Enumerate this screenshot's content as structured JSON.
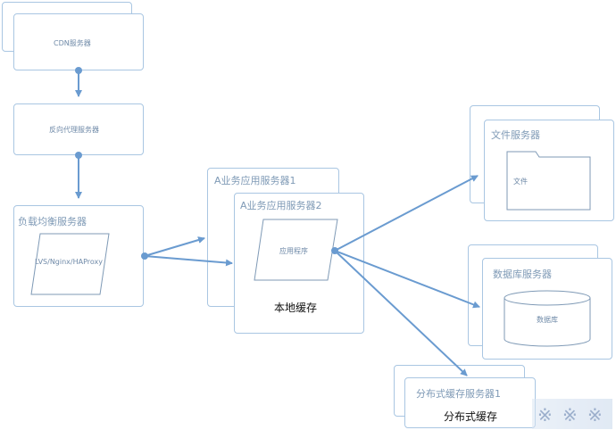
{
  "nodes": {
    "cdn": "CDN服务器",
    "reverse_proxy": "反向代理服务器",
    "load_balancer": "负载均衡服务器",
    "lb_software": "LVS/Nginx/HAProxy",
    "app_server_1": "A业务应用服务器1",
    "app_server_2": "A业务应用服务器2",
    "app_program": "应用程序",
    "local_cache": "本地缓存",
    "file_server": "文件服务器",
    "file": "文件",
    "db_server": "数据库服务器",
    "database": "数据库",
    "cache_server": "分布式缓存服务器1",
    "distributed_cache": "分布式缓存"
  },
  "colors": {
    "box_border": "#a9c6e2",
    "connector": "#6a9bd0",
    "label": "#7f9ab6"
  }
}
